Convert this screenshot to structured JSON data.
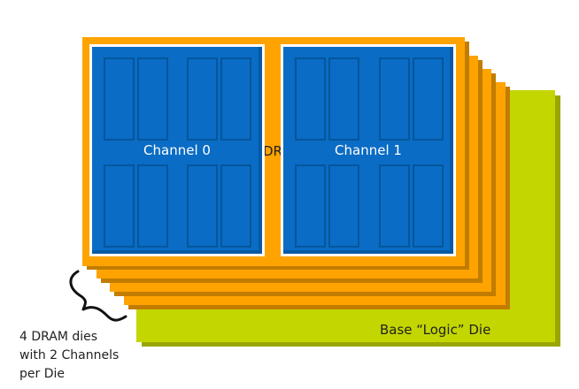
{
  "diagram": {
    "title": "DRAM stack on base logic die",
    "dram_die_label": "DRAM",
    "channels": [
      {
        "label": "Channel 0"
      },
      {
        "label": "Channel 1"
      }
    ],
    "dram_die_count": 4,
    "banks_per_channel_visible": 8,
    "caption_lines": [
      "4 DRAM dies",
      "with 2 Channels",
      "per Die"
    ],
    "base_die_label": "Base “Logic” Die",
    "colors": {
      "dram_die": "#FFA300",
      "dram_die_shadow": "#C27C00",
      "channel": "#0A6CC4",
      "bank_border": "#05569C",
      "base_die": "#C4D600",
      "base_die_shadow": "#9AA600"
    }
  }
}
